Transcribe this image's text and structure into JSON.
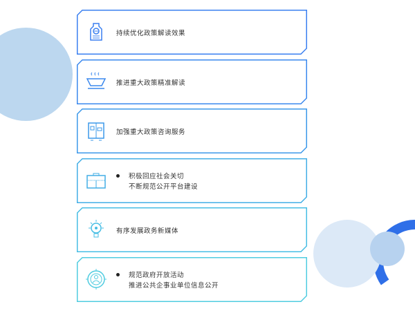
{
  "items": [
    {
      "icon": "tag-icon",
      "lines": [
        "持续优化政策解读效果"
      ],
      "color": "#3a7ff0"
    },
    {
      "icon": "coffee-cup-icon",
      "lines": [
        "推进重大政策精准解读"
      ],
      "color": "#3a88ee"
    },
    {
      "icon": "appliance-icon",
      "lines": [
        "加强重大政策咨询服务"
      ],
      "color": "#3b98ea"
    },
    {
      "icon": "briefcase-icon",
      "lines": [
        "积极回应社会关切",
        "不断规范公开平台建设"
      ],
      "color": "#42aee6"
    },
    {
      "icon": "lightbulb-icon",
      "lines": [
        "有序发展政务新媒体"
      ],
      "color": "#46bde4"
    },
    {
      "icon": "user-target-icon",
      "lines": [
        "规范政府开放活动",
        "推进公共企事业单位信息公开"
      ],
      "color": "#4fcce0"
    }
  ]
}
